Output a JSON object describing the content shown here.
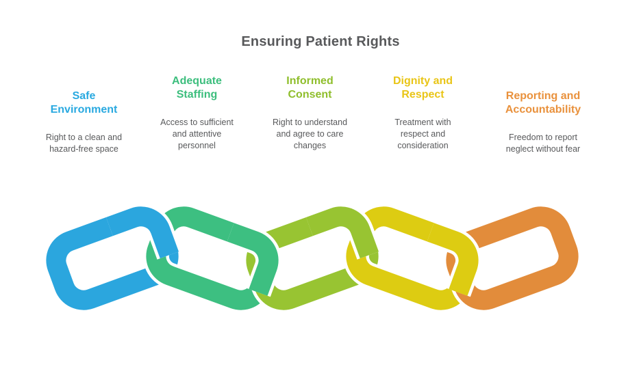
{
  "page": {
    "title": "Ensuring Patient Rights",
    "title_color": "#58595b",
    "background_color": "#ffffff",
    "body_text_color": "#58595b"
  },
  "columns": [
    {
      "title": "Safe\nEnvironment",
      "description": "Right to a clean and\nhazard-free space",
      "accent_color": "#29a9e0"
    },
    {
      "title": "Adequate\nStaffing",
      "description": "Access to sufficient\nand attentive\npersonnel",
      "accent_color": "#3cbe7d"
    },
    {
      "title": "Informed\nConsent",
      "description": "Right to understand\nand agree to care\nchanges",
      "accent_color": "#8fbe2c"
    },
    {
      "title": "Dignity and\nRespect",
      "description": "Treatment with\nrespect and\nconsideration",
      "accent_color": "#e9c517"
    },
    {
      "title": "Reporting and\nAccountability",
      "description": "Freedom to report\nneglect without fear",
      "accent_color": "#e9913c"
    }
  ],
  "chain": {
    "casing_color": "#ffffff",
    "links": [
      {
        "name": "chain-link-safe-environment",
        "color": "#2ba6de"
      },
      {
        "name": "chain-link-adequate-staffing",
        "color": "#3dbf81"
      },
      {
        "name": "chain-link-informed-consent",
        "color": "#98c432"
      },
      {
        "name": "chain-link-dignity-respect",
        "color": "#ddcc12"
      },
      {
        "name": "chain-link-reporting-accountability",
        "color": "#e28c3b"
      }
    ]
  }
}
